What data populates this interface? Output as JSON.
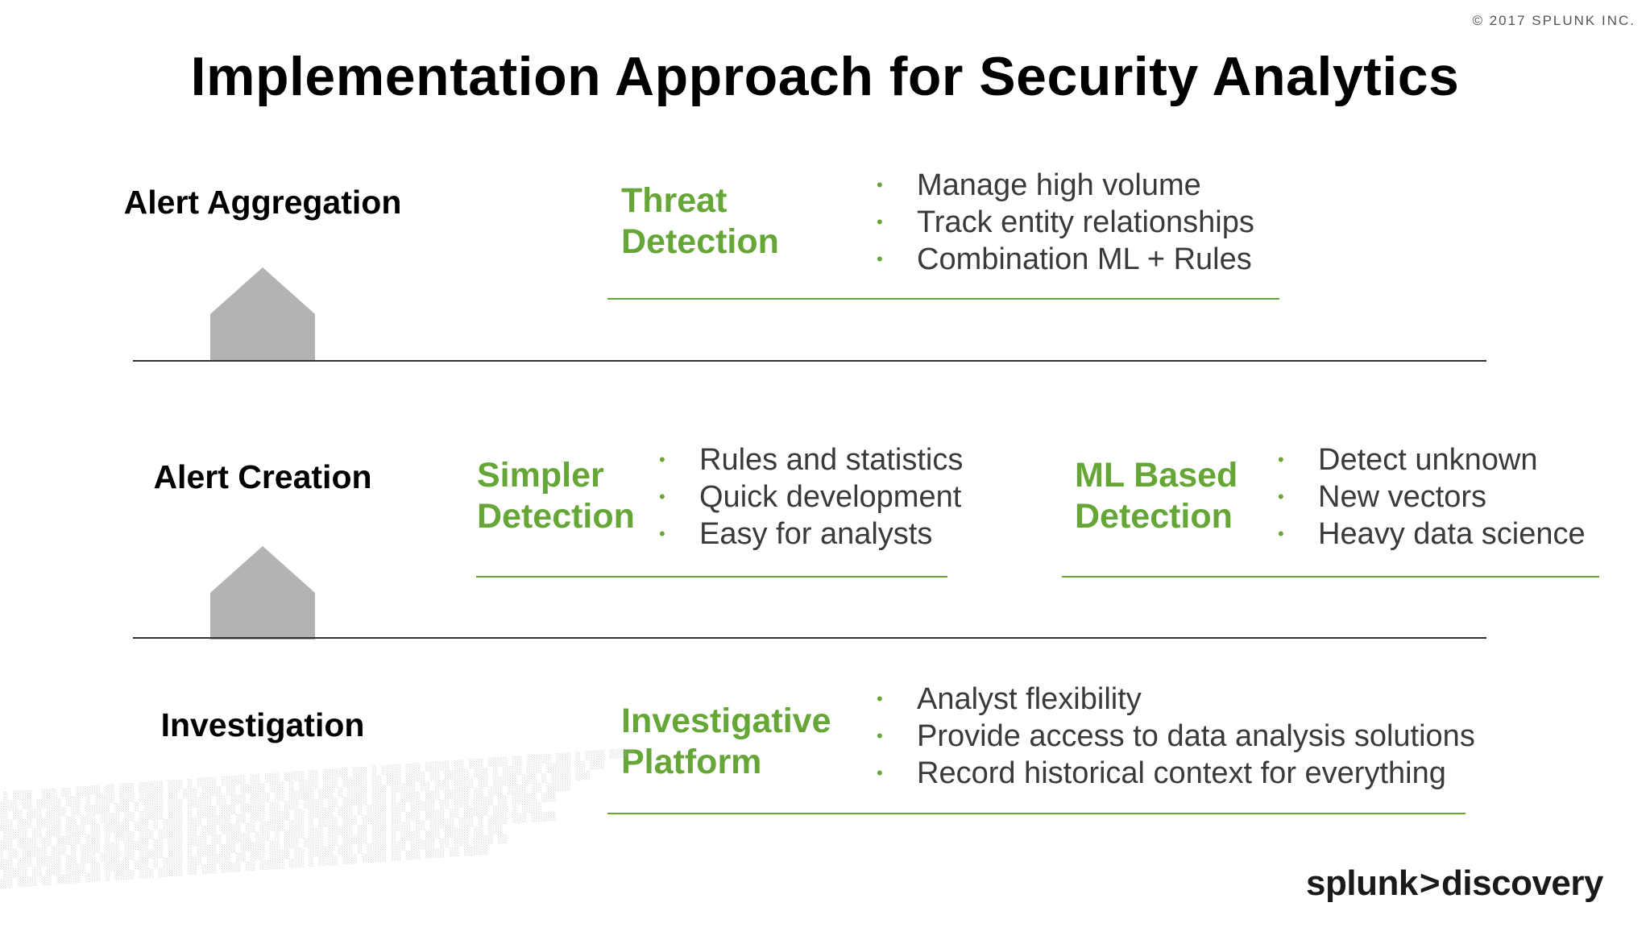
{
  "copyright": "© 2017 SPLUNK INC.",
  "title": "Implementation Approach for Security Analytics",
  "stages": [
    {
      "label": "Alert Aggregation"
    },
    {
      "label": "Alert Creation"
    },
    {
      "label": "Investigation"
    }
  ],
  "blocks": {
    "threat": {
      "heading_line1": "Threat",
      "heading_line2": "Detection",
      "bullets": [
        "Manage high volume",
        "Track entity relationships",
        "Combination ML + Rules"
      ]
    },
    "simpler": {
      "heading_line1": "Simpler",
      "heading_line2": "Detection",
      "bullets": [
        "Rules and statistics",
        "Quick development",
        "Easy for analysts"
      ]
    },
    "ml": {
      "heading_line1": "ML Based",
      "heading_line2": "Detection",
      "bullets": [
        "Detect unknown",
        "New vectors",
        "Heavy data science"
      ]
    },
    "investigative": {
      "heading_line1": "Investigative",
      "heading_line2": "Platform",
      "bullets": [
        "Analyst flexibility",
        "Provide access to data analysis solutions",
        "Record historical context for everything"
      ]
    }
  },
  "logo": {
    "left": "splunk",
    "separator": ">",
    "right": "discovery"
  },
  "colors": {
    "accent_green": "#65a637",
    "house_gray": "#b3b3b3",
    "line": "#333333"
  }
}
